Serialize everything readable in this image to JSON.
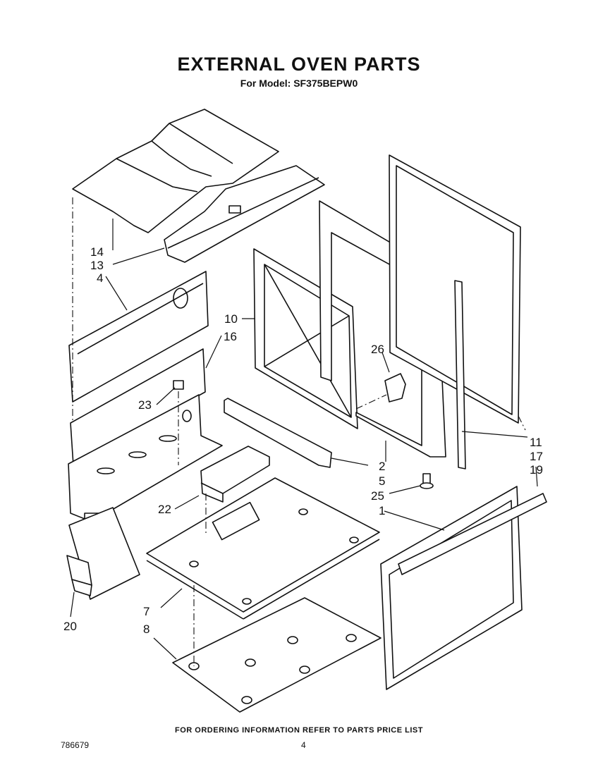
{
  "header": {
    "title": "EXTERNAL OVEN PARTS",
    "subtitle": "For Model: SF375BEPW0"
  },
  "callouts": {
    "c1": "1",
    "c2": "2",
    "c4": "4",
    "c5": "5",
    "c7": "7",
    "c8": "8",
    "c10": "10",
    "c11": "11",
    "c13": "13",
    "c14": "14",
    "c16": "16",
    "c17": "17",
    "c19": "19",
    "c20": "20",
    "c22": "22",
    "c23": "23",
    "c25": "25",
    "c26": "26"
  },
  "footer": {
    "note": "FOR ORDERING INFORMATION REFER TO PARTS PRICE LIST",
    "doc_number": "786679",
    "page_number": "4"
  }
}
